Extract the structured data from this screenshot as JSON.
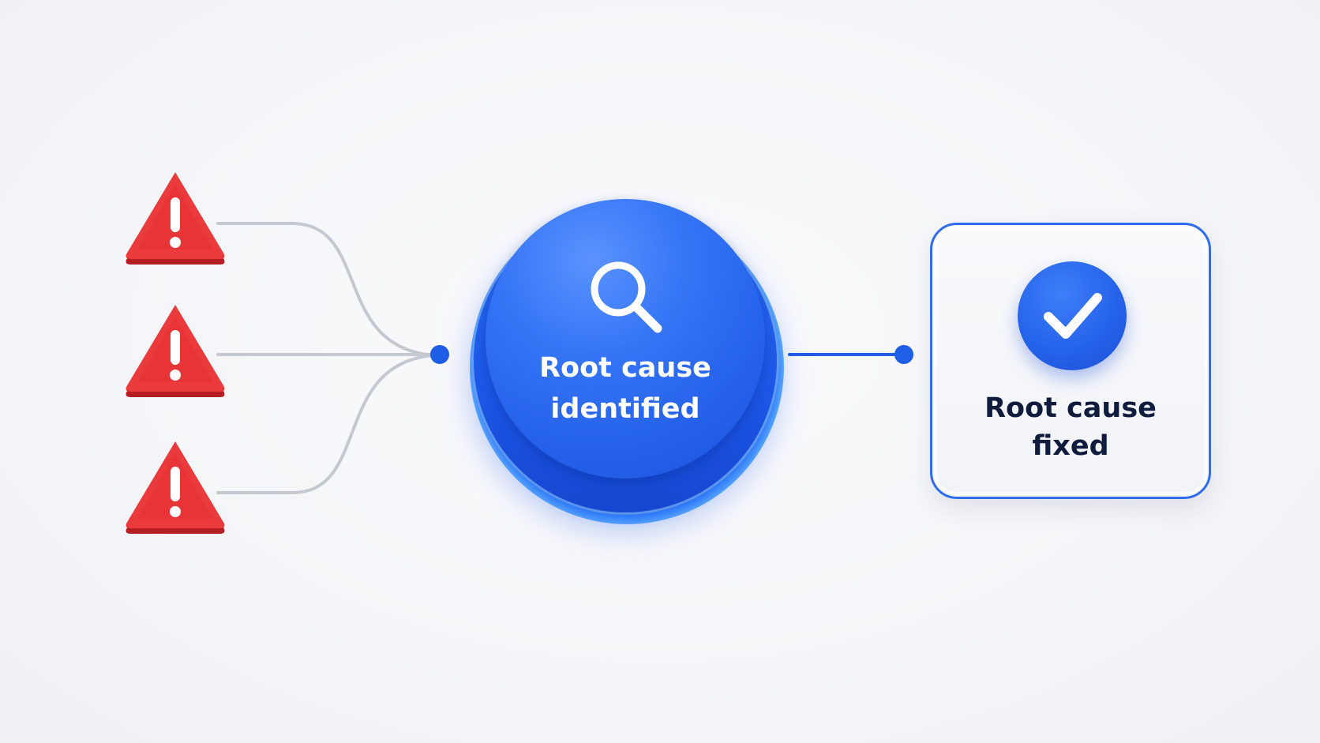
{
  "diagram": {
    "inputs": [
      {
        "icon": "warning-icon",
        "color": "#e63a3a"
      },
      {
        "icon": "warning-icon",
        "color": "#e63a3a"
      },
      {
        "icon": "warning-icon",
        "color": "#e63a3a"
      }
    ],
    "hub": {
      "icon": "search-icon",
      "label_line1": "Root cause",
      "label_line2": "identified",
      "color": "#2563eb"
    },
    "result": {
      "icon": "checkmark-icon",
      "label_line1": "Root cause",
      "label_line2": "fixed",
      "border_color": "#2f6bf0"
    },
    "connector_color_inputs": "#c4c8d0",
    "connector_color_output": "#1f5fe6"
  }
}
